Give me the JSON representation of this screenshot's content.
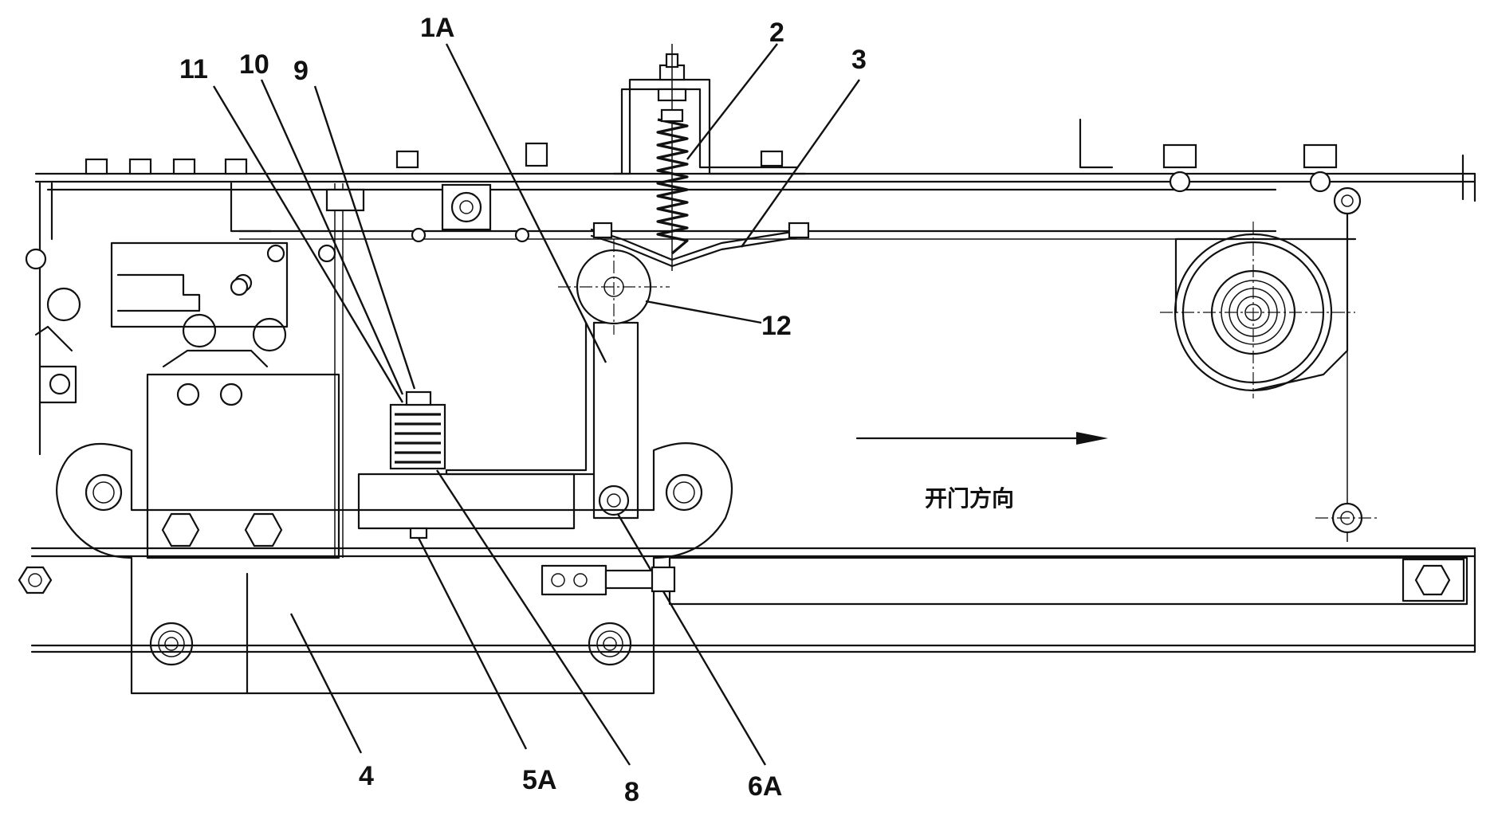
{
  "figure": {
    "callouts": [
      "1A",
      "2",
      "3",
      "4",
      "5A",
      "6A",
      "8",
      "9",
      "10",
      "11",
      "12"
    ],
    "direction_caption": "开门方向"
  }
}
